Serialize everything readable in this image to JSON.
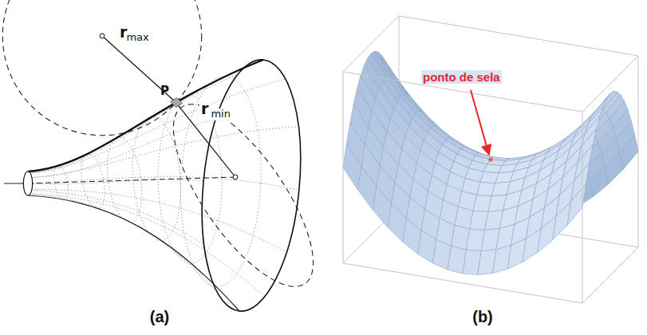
{
  "diagram": {
    "labels": [
      "r",
      "max",
      "P",
      "r",
      "min",
      "ponto de sela",
      "(a)",
      "(b)"
    ]
  }
}
